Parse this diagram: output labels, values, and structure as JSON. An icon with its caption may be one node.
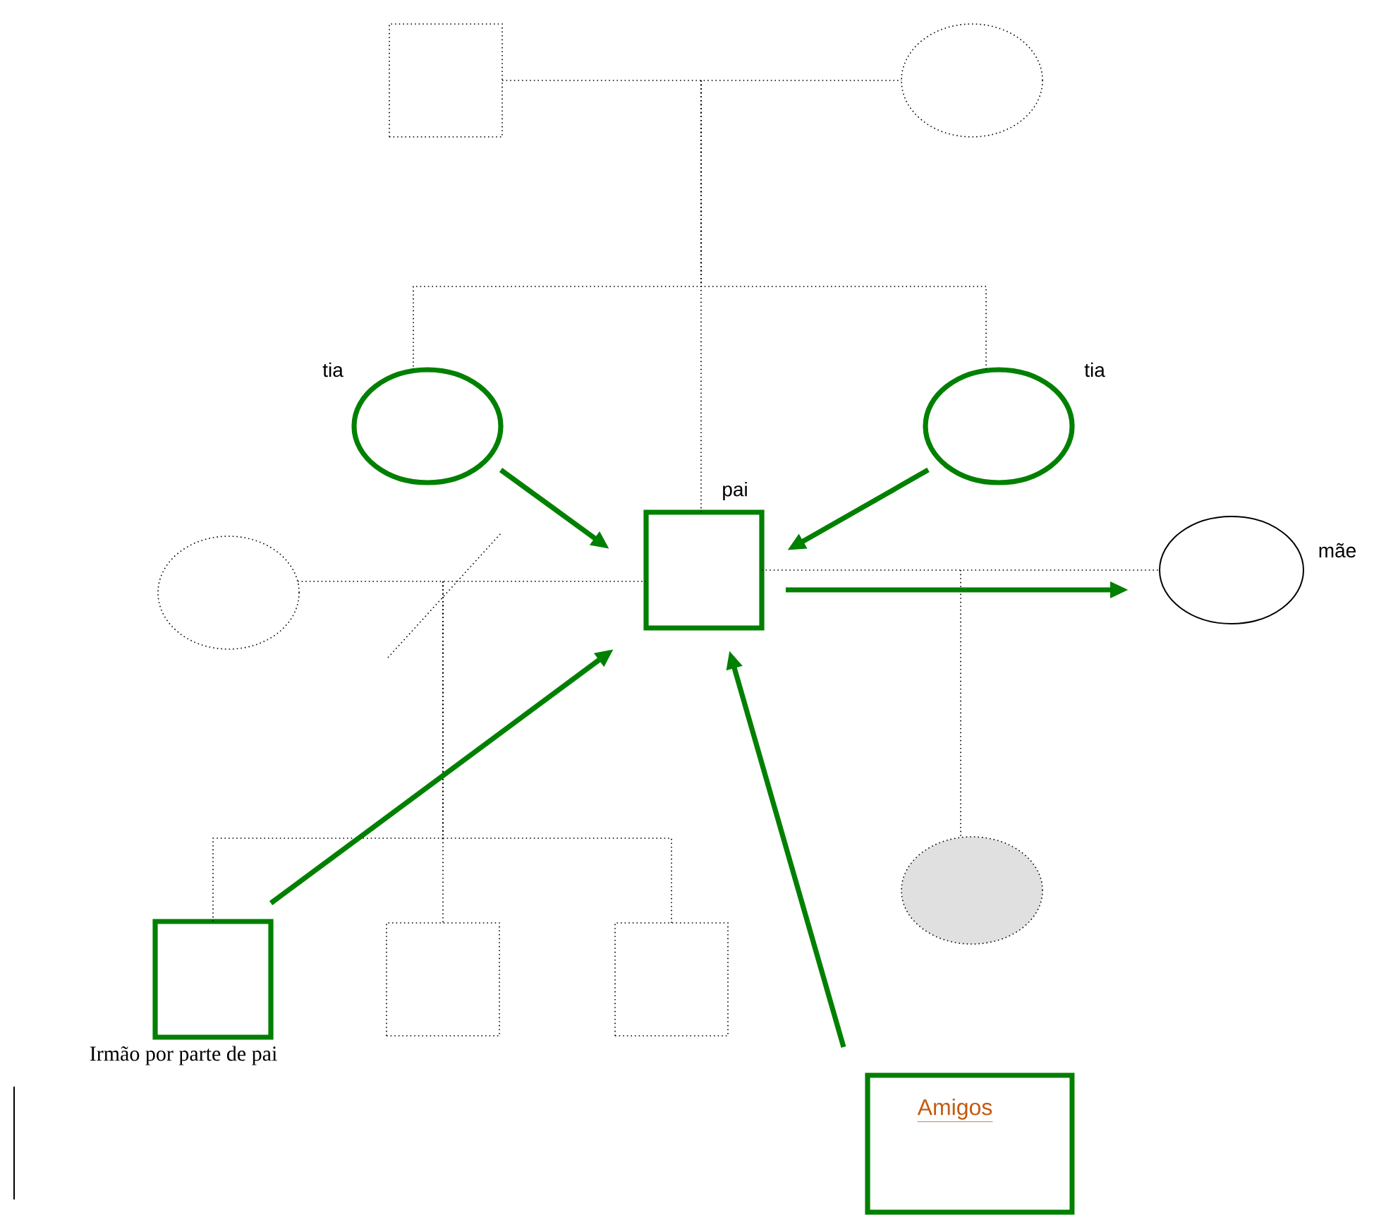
{
  "diagram": {
    "nodes": [
      {
        "text": [],
        "shape": "box"
      },
      {
        "text": [],
        "shape": "circle"
      },
      {
        "text": [
          "tia"
        ]
      },
      {
        "text": [
          "tia"
        ]
      },
      {
        "text": [
          "pai"
        ]
      },
      {
        "text": [],
        "shape": "circle"
      },
      {
        "text": [
          "mãe"
        ]
      },
      {
        "text": [
          "Irmão por parte de pai"
        ]
      },
      {
        "text": [],
        "shape": "box"
      },
      {
        "text": [],
        "shape": "box"
      },
      {
        "text": [],
        "shape": "circle"
      },
      {
        "text": [
          "Amigos"
        ]
      }
    ],
    "edges": [
      {
        "from": 0,
        "to": 1,
        "arrow": "none",
        "style": "dashed"
      },
      {
        "from": null,
        "to": 2,
        "arrow": "none",
        "style": "dashed"
      },
      {
        "from": null,
        "to": 3,
        "arrow": "none",
        "style": "dashed"
      },
      {
        "from": null,
        "to": 4,
        "arrow": "none",
        "style": "dashed"
      },
      {
        "from": 5,
        "to": 4,
        "arrow": "none",
        "style": "dashed"
      },
      {
        "from": null,
        "to": 7,
        "arrow": "none",
        "style": "dashed"
      },
      {
        "from": null,
        "to": 8,
        "arrow": "none",
        "style": "dashed"
      },
      {
        "from": null,
        "to": 9,
        "arrow": "none",
        "style": "dashed"
      },
      {
        "from": 4,
        "to": 6,
        "arrow": "none",
        "style": "dashed"
      },
      {
        "from": null,
        "to": 10,
        "arrow": "none",
        "style": "dashed"
      },
      {
        "from": 2,
        "to": 4,
        "arrow": "to",
        "style": "thick",
        "color": "#008000"
      },
      {
        "from": 3,
        "to": 4,
        "arrow": "to",
        "style": "thick",
        "color": "#008000"
      },
      {
        "from": 4,
        "to": 6,
        "arrow": "to",
        "style": "thick",
        "color": "#008000"
      },
      {
        "from": 7,
        "to": 4,
        "arrow": "to",
        "style": "thick",
        "color": "#008000"
      },
      {
        "from": 11,
        "to": 4,
        "arrow": "to",
        "style": "thick",
        "color": "#008000"
      }
    ]
  }
}
